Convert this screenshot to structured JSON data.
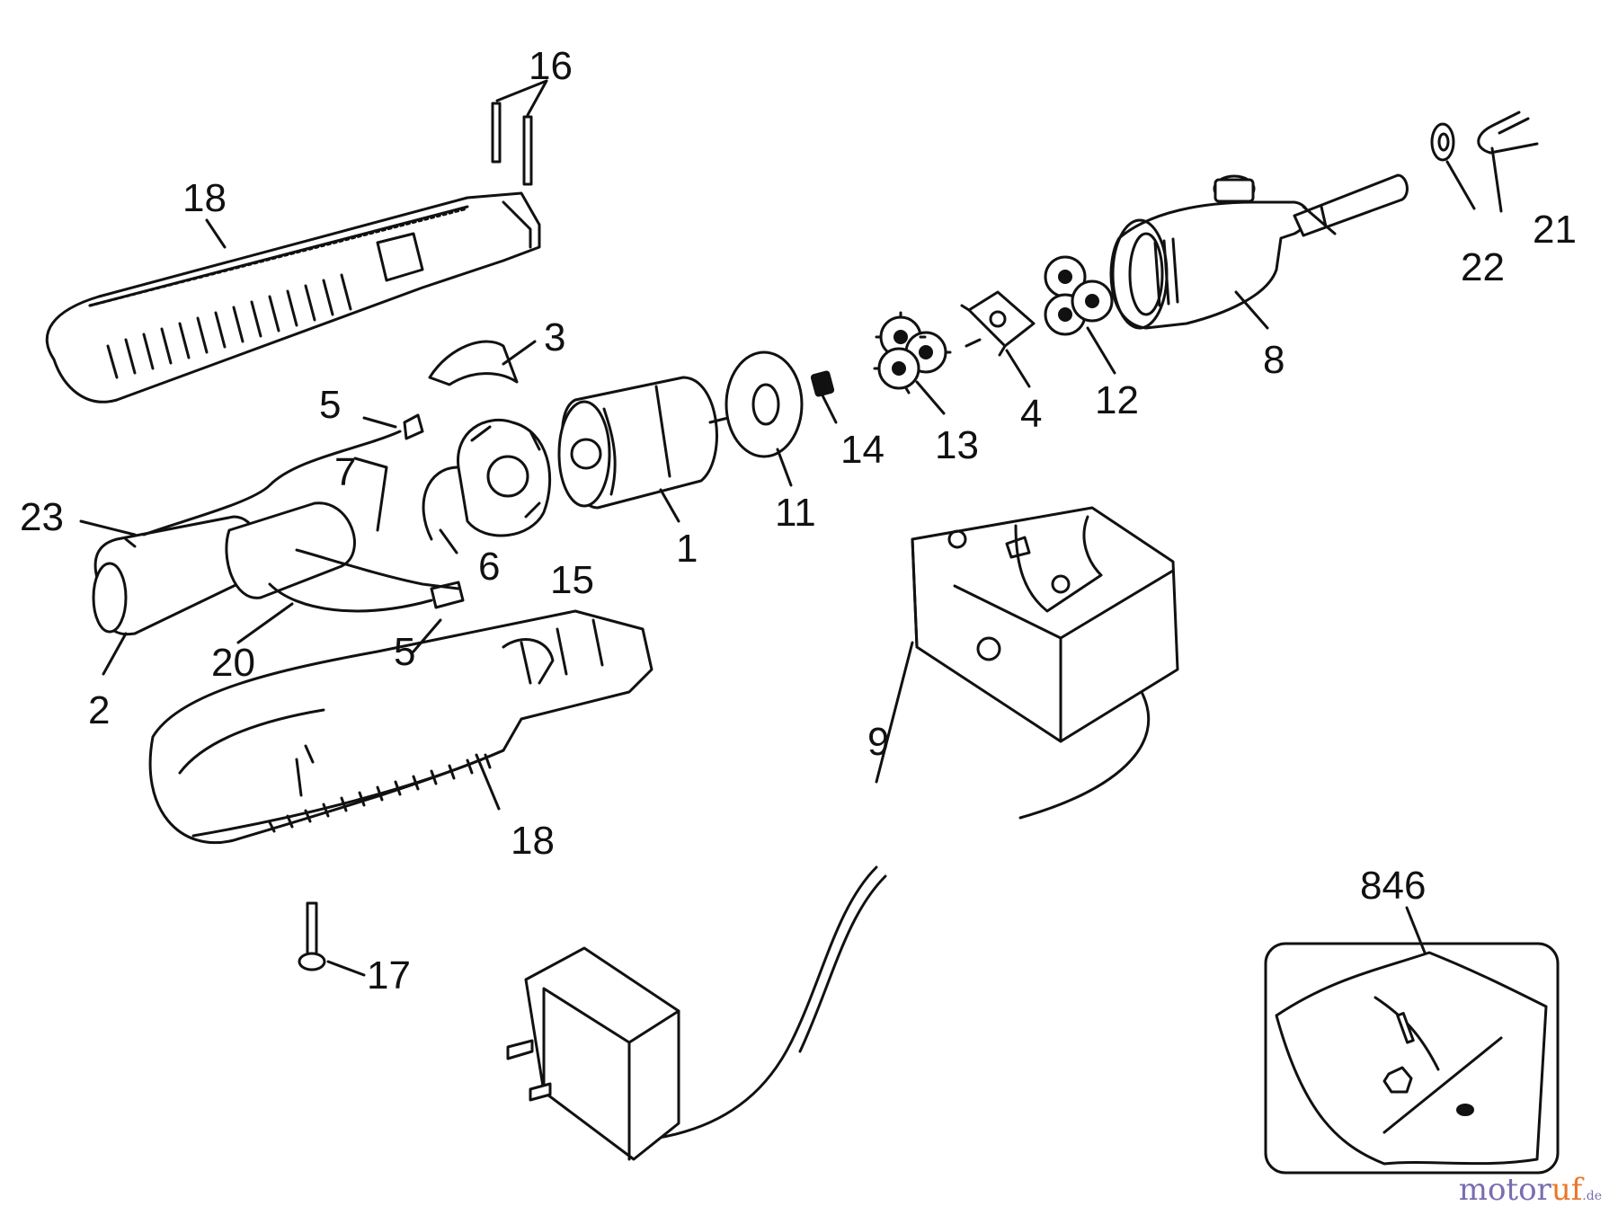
{
  "diagram": {
    "callouts": {
      "p1": "1",
      "p2": "2",
      "p3": "3",
      "p4": "4",
      "p5a": "5",
      "p5b": "5",
      "p6": "6",
      "p8": "8",
      "p9": "9",
      "p11": "11",
      "p12": "12",
      "p13": "13",
      "p14": "14",
      "p15": "15",
      "p16": "16",
      "p17": "17",
      "p18a": "18",
      "p18b": "18",
      "p20": "20",
      "p21": "21",
      "p22": "22",
      "p23": "23",
      "p846": "846"
    },
    "colors": {
      "ink": "#111111",
      "paper": "#ffffff"
    }
  },
  "watermark": {
    "main": "motor",
    "accent": "uf",
    "tld": ".de",
    "main_color": "#7a6cb0",
    "accent_color": "#e8782a"
  }
}
